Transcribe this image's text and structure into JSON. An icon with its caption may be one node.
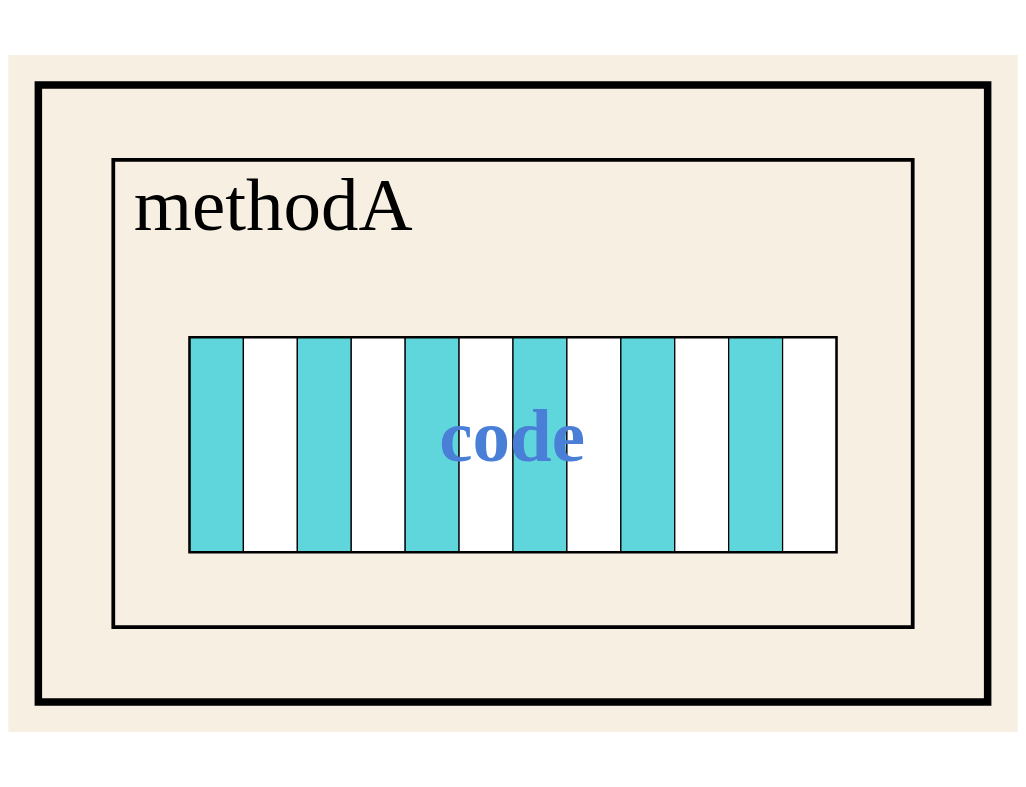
{
  "diagram": {
    "nodes": [
      {
        "text": [],
        "shape": "box"
      },
      {
        "text": [
          "methodA"
        ],
        "in": 0
      },
      {
        "text": [
          "code"
        ],
        "in": 1
      }
    ],
    "edges": []
  }
}
